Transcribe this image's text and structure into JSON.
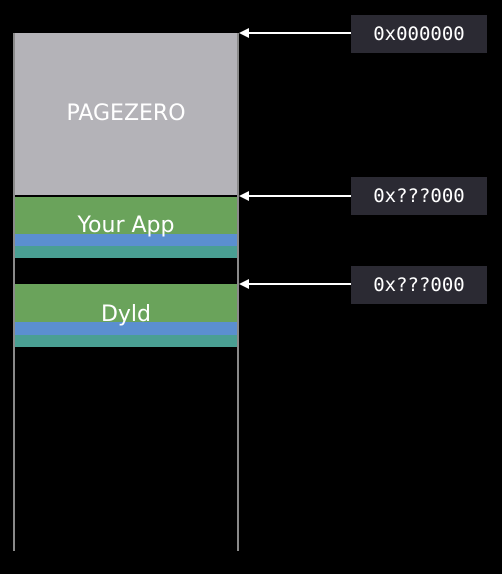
{
  "segments": {
    "pagezero": {
      "label": "PAGEZERO"
    },
    "app": {
      "label": "Your App"
    },
    "dyld": {
      "label": "Dyld"
    }
  },
  "addresses": [
    {
      "value": "0x000000"
    },
    {
      "value": "0x???000"
    },
    {
      "value": "0x???000"
    }
  ],
  "colors": {
    "background": "#000000",
    "pagezero": "#b4b3b8",
    "segment_green": "#6aa35b",
    "segment_blue": "#5b8fd0",
    "segment_teal": "#4a9f93",
    "address_box": "#2b2a33",
    "arrow": "#ffffff"
  }
}
